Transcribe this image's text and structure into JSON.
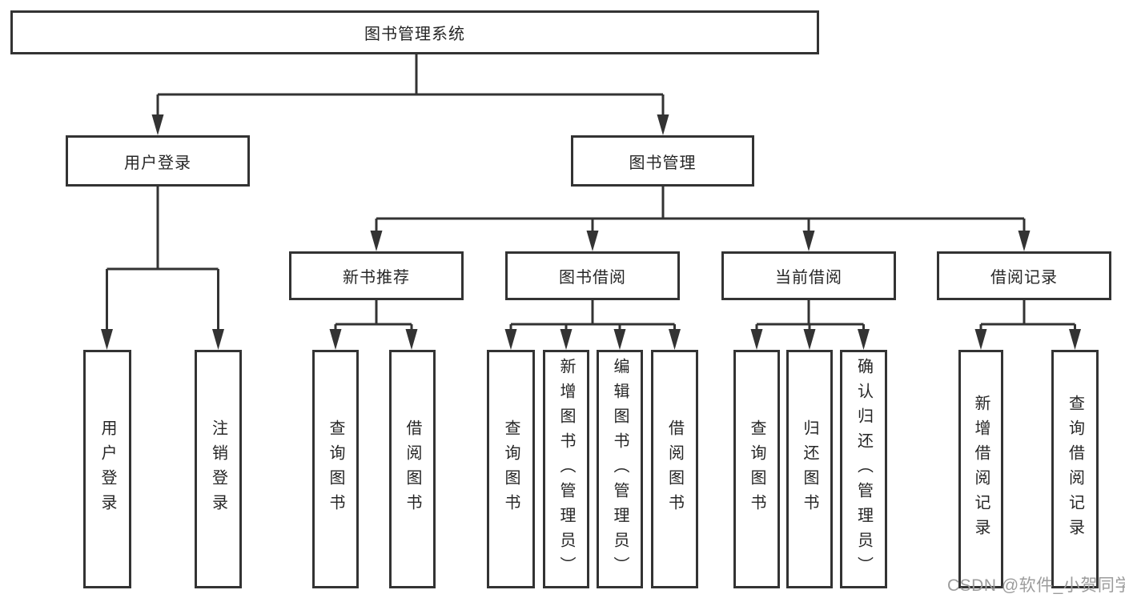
{
  "diagram": {
    "root": "图书管理系统",
    "level2": [
      {
        "label": "用户登录"
      },
      {
        "label": "图书管理"
      }
    ],
    "level3": [
      {
        "label": "新书推荐"
      },
      {
        "label": "图书借阅"
      },
      {
        "label": "当前借阅"
      },
      {
        "label": "借阅记录"
      }
    ],
    "leaves": {
      "user_login": [
        "用户登录",
        "注销登录"
      ],
      "new_book_recommend": [
        "查询图书",
        "借阅图书"
      ],
      "book_borrow": [
        "查询图书",
        "新增图书（管理员）",
        "编辑图书（管理员）",
        "借阅图书"
      ],
      "current_borrow": [
        "查询图书",
        "归还图书",
        "确认归还（管理员）"
      ],
      "borrow_records": [
        "新增借阅记录",
        "查询借阅记录"
      ]
    }
  },
  "watermark": "CSDN @软件_小贺同学",
  "colors": {
    "line": "#333333",
    "text": "#262626",
    "box_background": "#ffffff",
    "watermark": "#9c9c9c",
    "page_background": "#ffffff"
  }
}
